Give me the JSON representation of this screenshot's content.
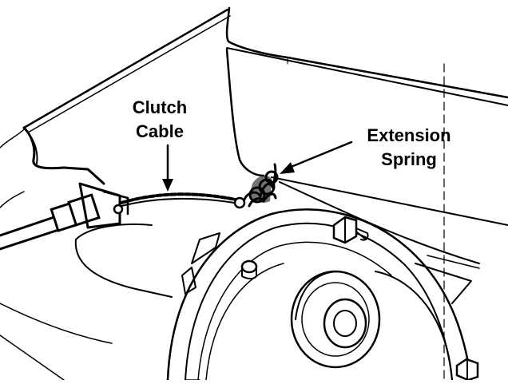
{
  "callouts": {
    "clutch_cable": {
      "line1": "Clutch",
      "line2": "Cable"
    },
    "extension_spring": {
      "line1": "Extension",
      "line2": "Spring"
    }
  },
  "colors": {
    "ink": "#000000",
    "paper": "#ffffff"
  }
}
